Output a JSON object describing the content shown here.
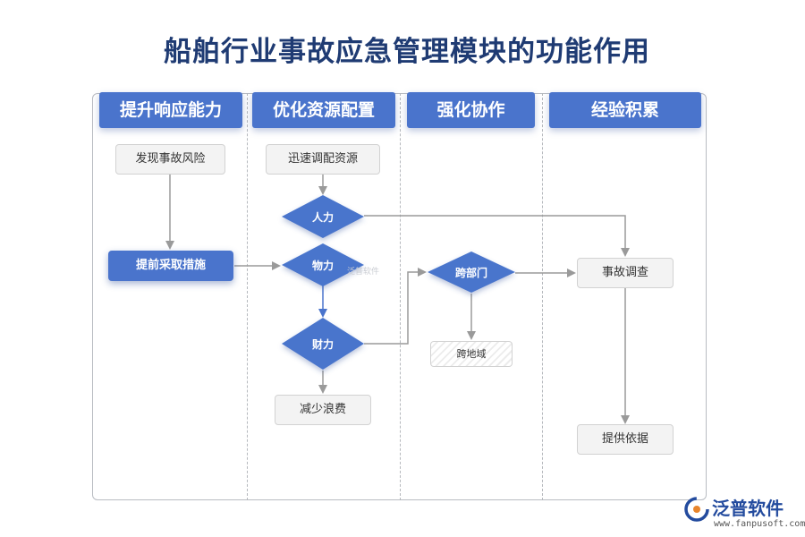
{
  "title": "船舶行业事故应急管理模块的功能作用",
  "lanes": [
    "提升响应能力",
    "优化资源配置",
    "强化协作",
    "经验积累"
  ],
  "nodes": {
    "discover_risk": "发现事故风险",
    "take_measures": "提前采取措施",
    "dispatch_resources": "迅速调配资源",
    "manpower": "人力",
    "material": "物力",
    "finance": "财力",
    "reduce_waste": "减少浪费",
    "cross_department": "跨部门",
    "cross_region": "跨地域",
    "investigation": "事故调查",
    "provide_basis": "提供依据"
  },
  "watermark": "泛普软件",
  "logo": {
    "name": "泛普软件",
    "url": "www.fanpusoft.com"
  },
  "colors": {
    "accent": "#4a74cc",
    "title": "#1f3b73",
    "arrow": "#9a9a9a"
  }
}
